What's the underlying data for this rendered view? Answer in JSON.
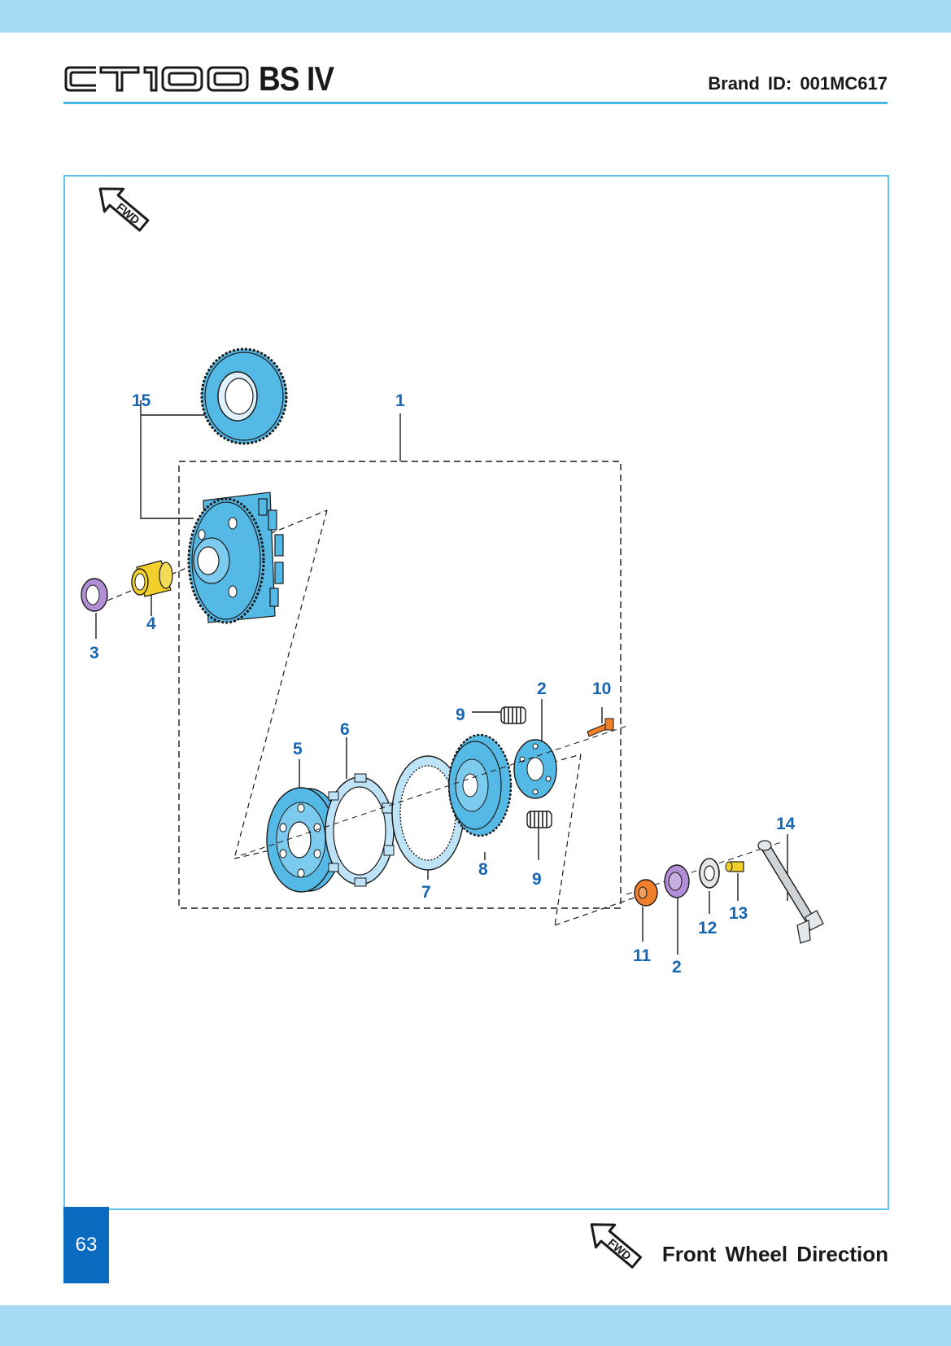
{
  "header": {
    "model_logo": "CT 100",
    "model_suffix": "BS IV",
    "brand_id": "Brand  ID:  001MC617"
  },
  "diagram": {
    "fwd_badge": "FWD",
    "callouts": [
      "15",
      "1",
      "3",
      "4",
      "2",
      "10",
      "9",
      "6",
      "5",
      "8",
      "9",
      "7",
      "14",
      "11",
      "2",
      "12",
      "13"
    ]
  },
  "footer": {
    "page_number": "63",
    "legend_label": "Front  Wheel  Direction",
    "legend_badge": "FWD"
  },
  "colors": {
    "band": "#a6daf5",
    "accent": "#45b8e8",
    "part_blue": "#55b9e6",
    "callout": "#1666b3",
    "page_box": "#0a6bc0",
    "bush": "#f2cf2a",
    "seal": "#b18ed6",
    "washer": "#f07f2b"
  }
}
